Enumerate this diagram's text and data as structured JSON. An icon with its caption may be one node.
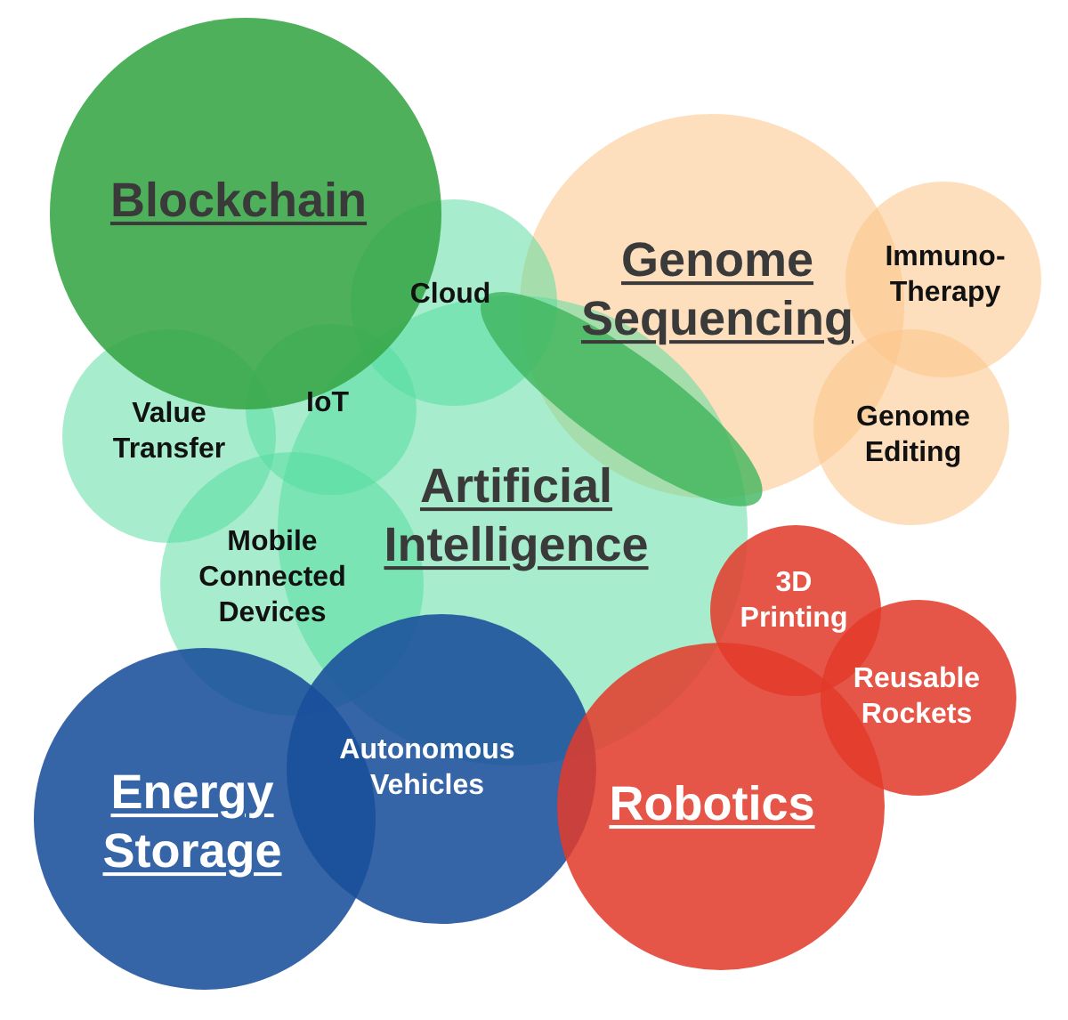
{
  "diagram": {
    "nodes": [
      {
        "text": [
          "Blockchain"
        ]
      },
      {
        "text": [
          "Cloud"
        ]
      },
      {
        "text": [
          "Genome Sequencing"
        ]
      },
      {
        "text": [
          "Immuno-Therapy"
        ]
      },
      {
        "text": [
          "Value Transfer"
        ]
      },
      {
        "text": [
          "IoT"
        ]
      },
      {
        "text": [
          "Genome Editing"
        ]
      },
      {
        "text": [
          "Artificial Intelligence"
        ]
      },
      {
        "text": [
          "Mobile Connected Devices"
        ]
      },
      {
        "text": [
          "3D Printing"
        ]
      },
      {
        "text": [
          "Reusable Rockets"
        ]
      },
      {
        "text": [
          "Energy Storage"
        ]
      },
      {
        "text": [
          "Autonomous Vehicles"
        ]
      },
      {
        "text": [
          "Robotics"
        ]
      },
      {
        "text": [],
        "shape": "ellipse"
      }
    ]
  }
}
